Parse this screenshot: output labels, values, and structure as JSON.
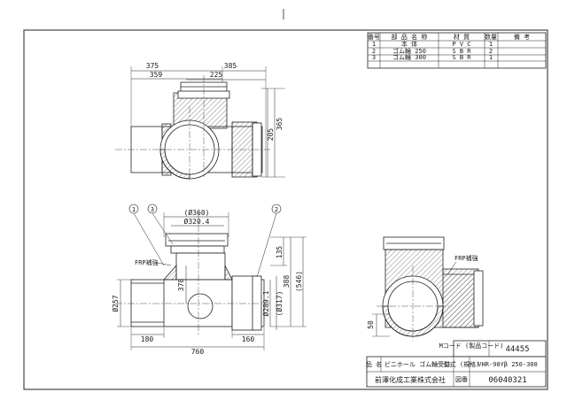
{
  "parts_table": {
    "headers": [
      "番号",
      "部 品 名 称",
      "材 質",
      "数量",
      "備 考"
    ],
    "rows": [
      [
        "1",
        "本 体",
        "P V C",
        "1",
        ""
      ],
      [
        "2",
        "ゴム輪 250",
        "S B R",
        "2",
        ""
      ],
      [
        "3",
        "ゴム輪 300",
        "S B R",
        "1",
        ""
      ]
    ]
  },
  "title_block": {
    "m_code_label": "Mコード (製品コード)",
    "m_code_value": "44455",
    "product_name_label": "品 名",
    "product_name_value": "ビニホール ゴム輪受口",
    "model_label": "型式 (規格)",
    "model_value": "VHR-90Yβ 250-300",
    "company": "前澤化成工業株式会社",
    "drawing_no_label": "図番",
    "drawing_no_value": "06040321"
  },
  "top_view": {
    "dim_375": "375",
    "dim_385": "385",
    "dim_359": "359",
    "dim_225": "225",
    "dim_365": "365",
    "dim_205": "205"
  },
  "front_view": {
    "callout_1": "1",
    "callout_2": "2",
    "callout_3": "3",
    "dim_phi360": "(Ø360)",
    "dim_phi320": "Ø320.4",
    "frp_label": "FRP補強",
    "dim_135": "135",
    "dim_388": "388",
    "dim_546": "(546)",
    "dim_378": "378",
    "dim_phi257": "Ø257",
    "dim_phi289": "Ø289.1",
    "dim_phi317": "(Ø317)",
    "dim_180": "180",
    "dim_160": "160",
    "dim_760": "760"
  },
  "side_view": {
    "frp_label": "FRP補強",
    "dim_50": "50"
  }
}
